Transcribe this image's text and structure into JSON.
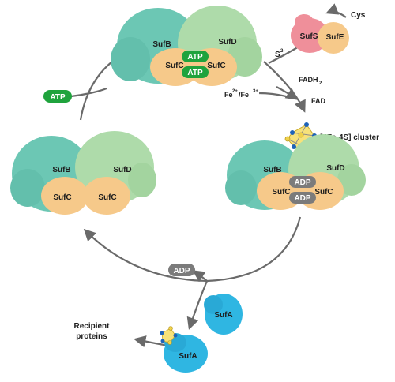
{
  "labels": {
    "sufb": "SufB",
    "sufd": "SufD",
    "sufc": "SufC",
    "sufs": "SufS",
    "sufe": "SufE",
    "sufa": "SufA",
    "atp": "ATP",
    "adp": "ADP",
    "cys": "Cys",
    "sulfide": "S",
    "sulfide_sup": "2-",
    "fadh2": "FADH",
    "fadh2_sub": "2",
    "fad": "FAD",
    "iron": "Fe",
    "iron_sup1": "2+",
    "iron_mid": "/Fe",
    "iron_sup2": "3+",
    "cluster": "[4Fe-4S] cluster",
    "recipient_line1": "Recipient",
    "recipient_line2": "proteins"
  },
  "colors": {
    "sufb": "#6cc7b4",
    "sufd": "#aedbaa",
    "sufc": "#f6c98a",
    "sufs": "#ef8f9a",
    "sufe": "#f6c98a",
    "sufa": "#2fb6e2",
    "atp": "#1fa33d",
    "adp": "#7b7b7b",
    "arrow": "#6a6a6a",
    "fe_atom": "#f0d24a",
    "s_atom": "#1f63b8"
  }
}
